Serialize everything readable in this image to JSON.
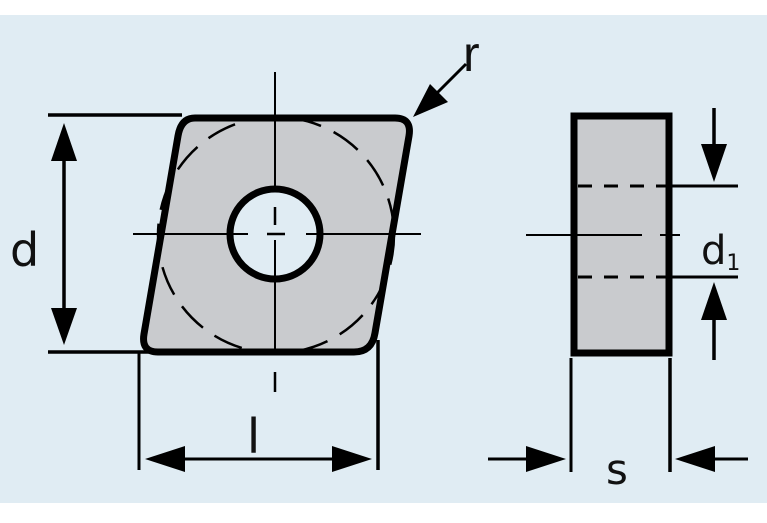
{
  "figure": {
    "type": "technical-drawing",
    "subject": "indexable cutting insert (rhombic) with center hole",
    "colors": {
      "background": "#e0ecf3",
      "insert_fill": "#c9cbce",
      "hole_fill": "#e0ecf3",
      "line": "#000000"
    },
    "views": {
      "front": {
        "name": "top-view",
        "dimension_labels": {
          "height": "d",
          "length": "l",
          "corner_radius": "r"
        }
      },
      "side": {
        "name": "side-view",
        "dimension_labels": {
          "thickness": "s",
          "hole_diameter_base": "d",
          "hole_diameter_sub": "1"
        }
      }
    }
  }
}
